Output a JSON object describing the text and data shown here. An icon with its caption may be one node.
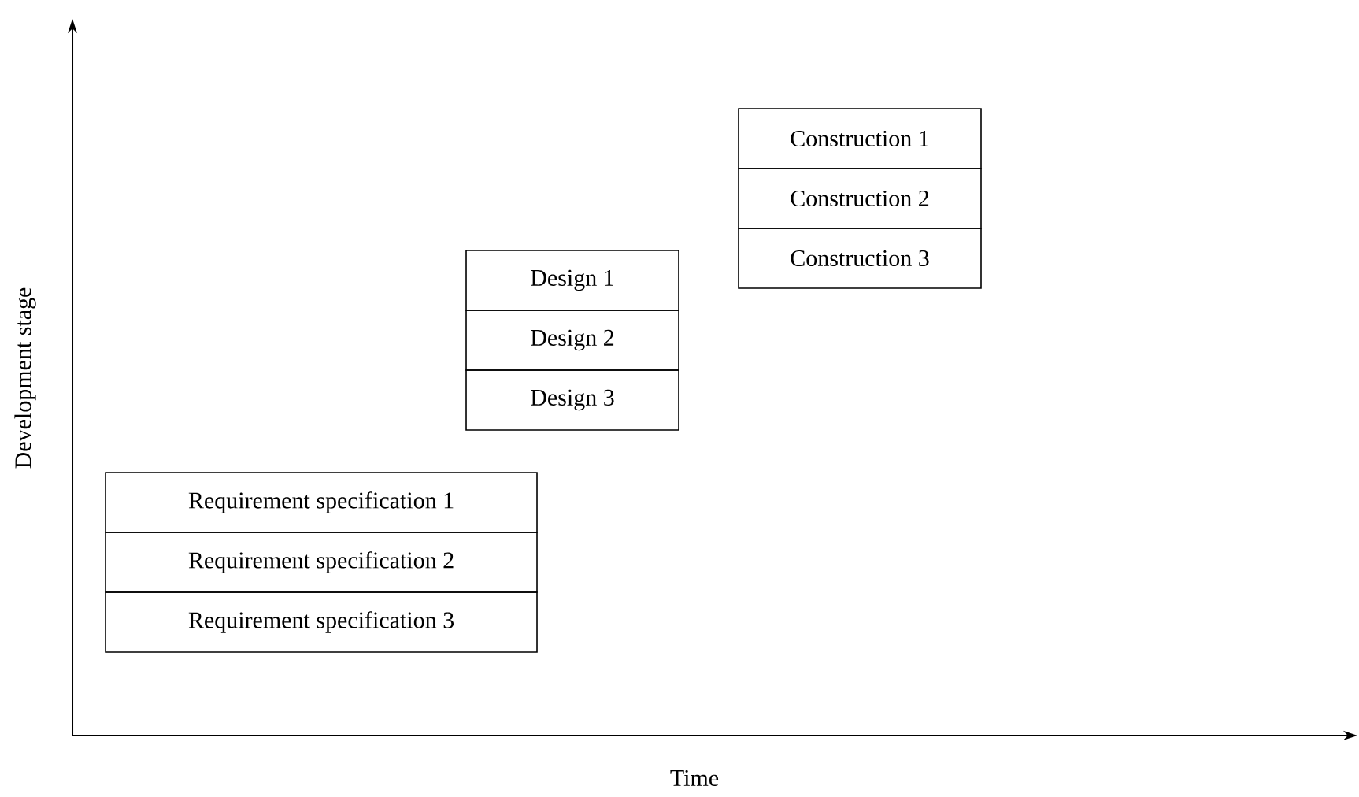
{
  "diagram": {
    "nodes": [
      {
        "text": [
          "Requirement specification 1"
        ]
      },
      {
        "text": [
          "Requirement specification 2"
        ]
      },
      {
        "text": [
          "Requirement specification 3"
        ]
      },
      {
        "text": [
          "Design 1"
        ]
      },
      {
        "text": [
          "Design 2"
        ]
      },
      {
        "text": [
          "Design 3"
        ]
      },
      {
        "text": [
          "Construction 1"
        ]
      },
      {
        "text": [
          "Construction 2"
        ]
      },
      {
        "text": [
          "Construction 3"
        ]
      }
    ],
    "labels": [
      "Development stage",
      "Time"
    ]
  }
}
